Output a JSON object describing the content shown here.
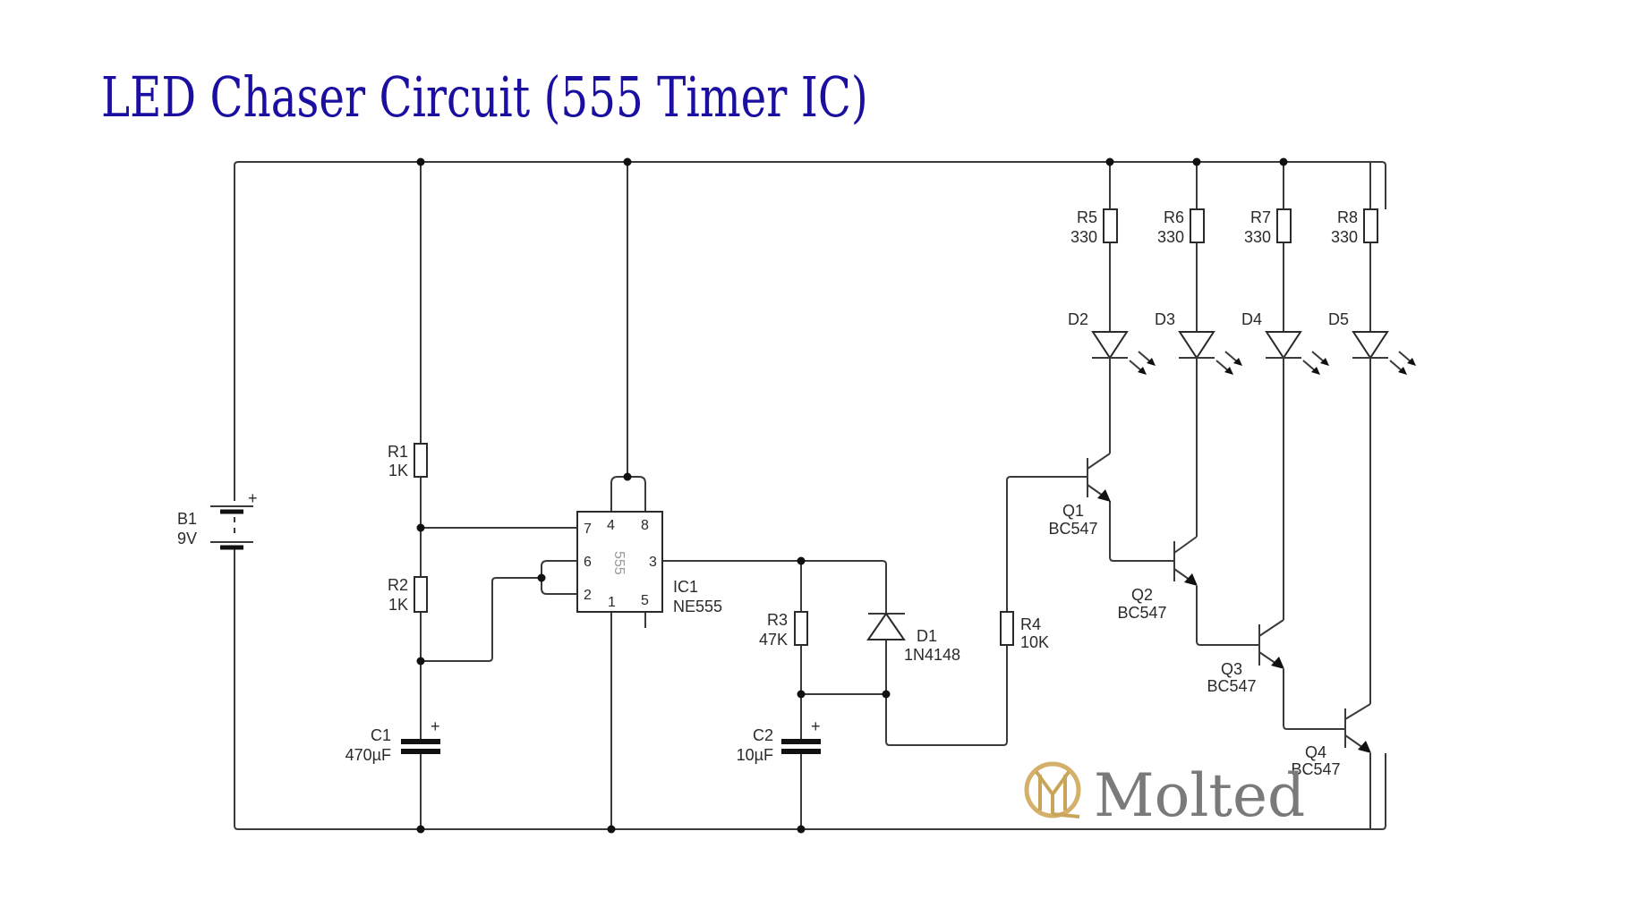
{
  "title": "LED Chaser Circuit (555 Timer IC)",
  "watermark": {
    "text": "Molted",
    "logo_color": "#d4b06a",
    "text_color": "#7a7a7a"
  },
  "colors": {
    "title": "#1a0fa0",
    "wire": "#3a3a3a"
  },
  "components": {
    "B1": {
      "ref": "B1",
      "value": "9V",
      "polarity": "+"
    },
    "R1": {
      "ref": "R1",
      "value": "1K"
    },
    "R2": {
      "ref": "R2",
      "value": "1K"
    },
    "R3": {
      "ref": "R3",
      "value": "47K"
    },
    "R4": {
      "ref": "R4",
      "value": "10K"
    },
    "R5": {
      "ref": "R5",
      "value": "330"
    },
    "R6": {
      "ref": "R6",
      "value": "330"
    },
    "R7": {
      "ref": "R7",
      "value": "330"
    },
    "R8": {
      "ref": "R8",
      "value": "330"
    },
    "C1": {
      "ref": "C1",
      "value": "470µF",
      "polarity": "+"
    },
    "C2": {
      "ref": "C2",
      "value": "10µF",
      "polarity": "+"
    },
    "D1": {
      "ref": "D1",
      "value": "1N4148"
    },
    "D2": {
      "ref": "D2"
    },
    "D3": {
      "ref": "D3"
    },
    "D4": {
      "ref": "D4"
    },
    "D5": {
      "ref": "D5"
    },
    "IC1": {
      "ref": "IC1",
      "value": "NE555",
      "body_label": "555",
      "pins": {
        "p1": "1",
        "p2": "2",
        "p3": "3",
        "p4": "4",
        "p5": "5",
        "p6": "6",
        "p7": "7",
        "p8": "8"
      }
    },
    "Q1": {
      "ref": "Q1",
      "value": "BC547"
    },
    "Q2": {
      "ref": "Q2",
      "value": "BC547"
    },
    "Q3": {
      "ref": "Q3",
      "value": "BC547"
    },
    "Q4": {
      "ref": "Q4",
      "value": "BC547"
    }
  }
}
